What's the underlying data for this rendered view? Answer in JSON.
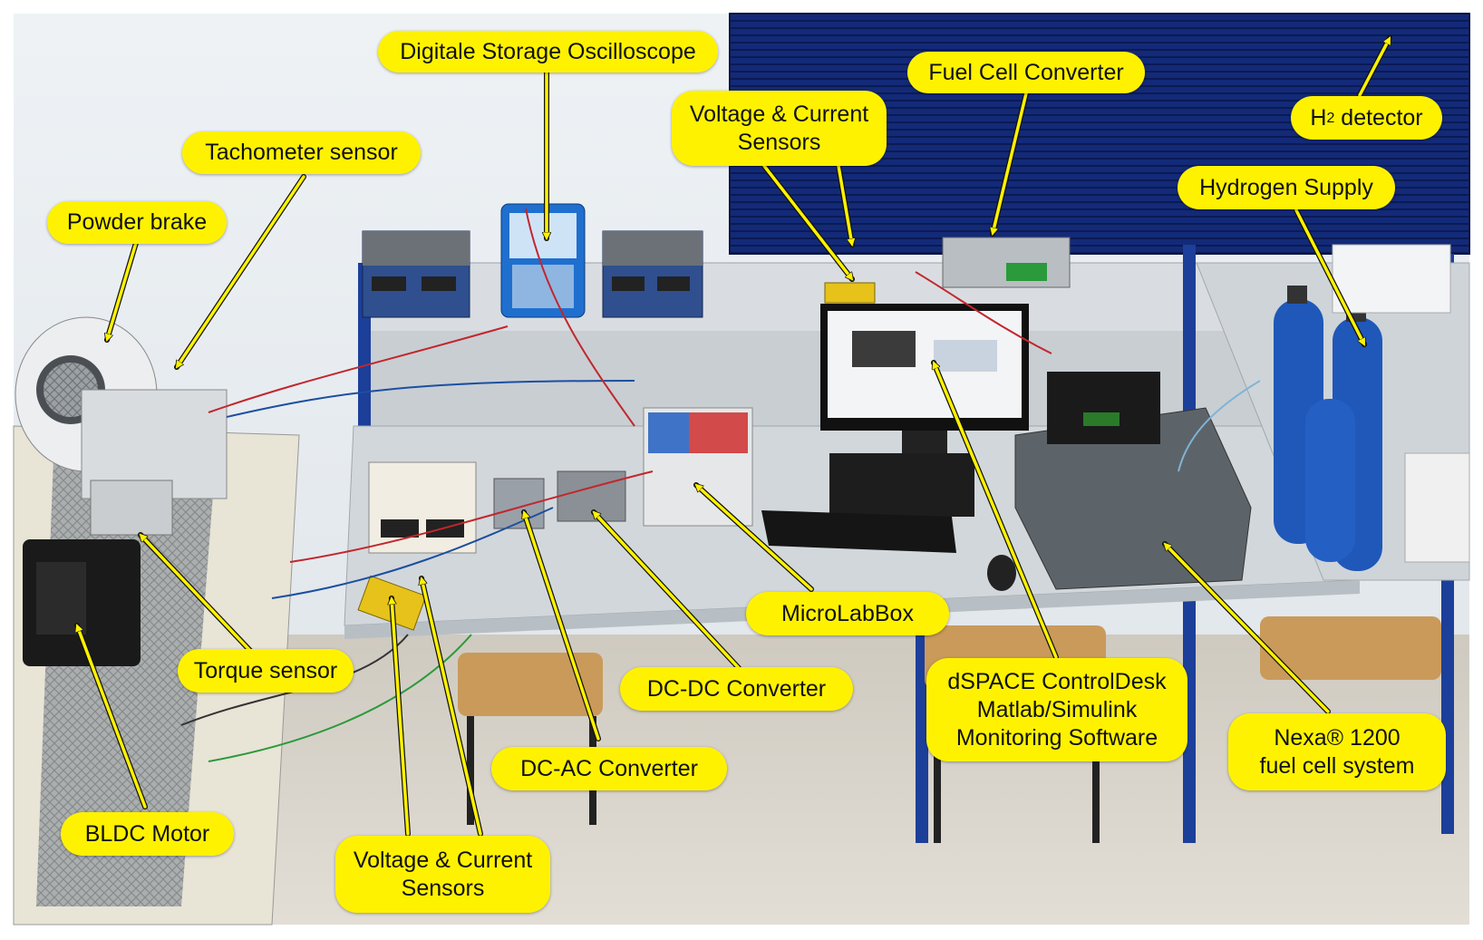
{
  "colors": {
    "label_fill": "#fff200",
    "arrow": "#fff200",
    "wall": "#e9eef2",
    "blind": "#13236b",
    "bench": "#cfd5da",
    "bench_frame": "#1c3f9a",
    "floor": "#d8d4cc"
  },
  "labels": {
    "oscilloscope": "Digitale Storage Oscilloscope",
    "fuel_cell_converter": "Fuel Cell Converter",
    "vc_sensors_top": "Voltage & Current\nSensors",
    "h2_detector_main": "H",
    "h2_detector_sub": "2",
    "h2_detector_rest": " detector",
    "tachometer": "Tachometer sensor",
    "powder_brake": "Powder brake",
    "hydrogen_supply": "Hydrogen Supply",
    "microlabbox": "MicroLabBox",
    "torque_sensor": "Torque sensor",
    "dcdc_converter": "DC-DC Converter",
    "dspace": "dSPACE ControlDesk\nMatlab/Simulink\nMonitoring Software",
    "dcac_converter": "DC-AC Converter",
    "nexa": "Nexa® 1200\nfuel cell system",
    "bldc_motor": "BLDC Motor",
    "vc_sensors_bottom": "Voltage & Current\nSensors"
  },
  "icons": [
    "arrow-icon"
  ]
}
